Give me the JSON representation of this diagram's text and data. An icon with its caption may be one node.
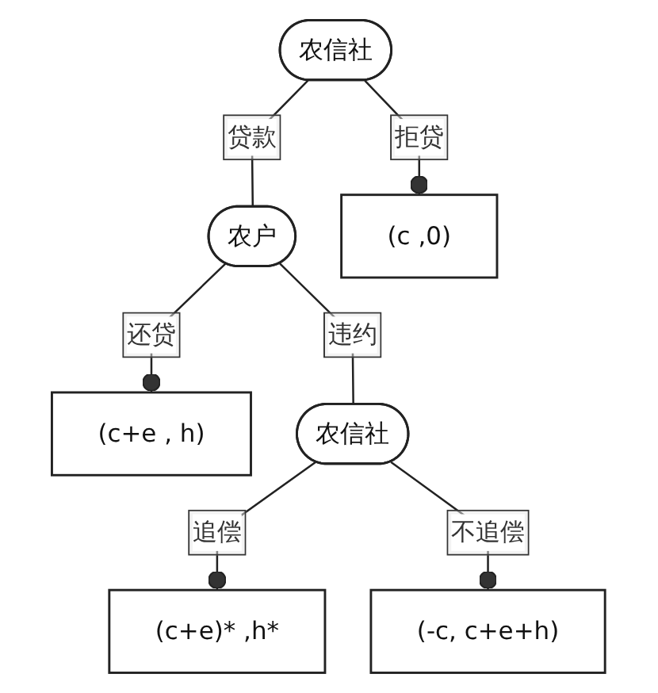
{
  "diagram": {
    "nodes": [
      {
        "text": [
          "农信社"
        ]
      },
      {
        "text": [
          "农户"
        ]
      },
      {
        "text": [
          "(c ,0)"
        ]
      },
      {
        "text": [
          "(c+e , h)"
        ]
      },
      {
        "text": [
          "农信社"
        ]
      },
      {
        "text": [
          "(c+e)* ,h*"
        ]
      },
      {
        "text": [
          "(-c, c+e+h)"
        ]
      }
    ],
    "edges": [
      {
        "from": 0,
        "to": 1,
        "arrow": "none",
        "label": "贷款"
      },
      {
        "from": 0,
        "to": 2,
        "arrow": "other",
        "label": "拒贷"
      },
      {
        "from": 1,
        "to": 3,
        "arrow": "other",
        "label": "还贷"
      },
      {
        "from": 1,
        "to": 4,
        "arrow": "none",
        "label": "违约"
      },
      {
        "from": 4,
        "to": 5,
        "arrow": "other",
        "label": "追偿"
      },
      {
        "from": 4,
        "to": 6,
        "arrow": "other",
        "label": "不追偿"
      }
    ]
  }
}
